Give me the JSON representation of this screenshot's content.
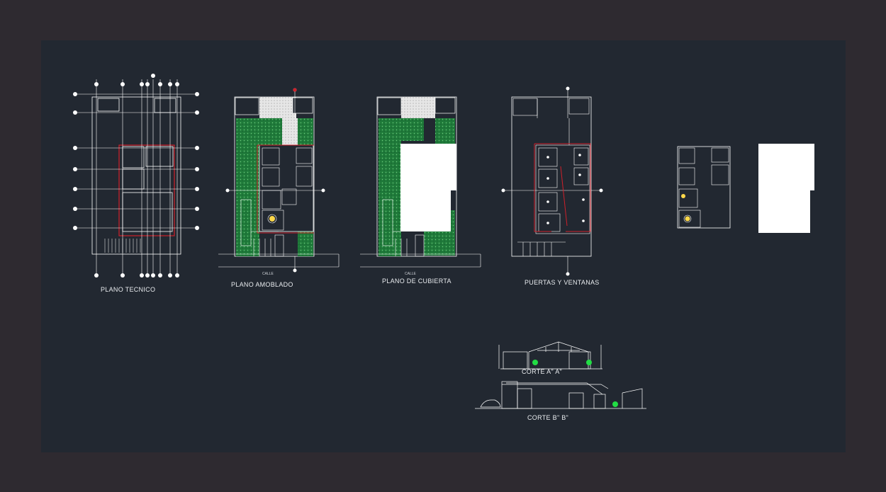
{
  "labels": {
    "plano_tecnico": "PLANO TECNICO",
    "plano_amoblado": "PLANO AMOBLADO",
    "plano_cubierta": "PLANO DE CUBIERTA",
    "puertas_ventanas": "PUERTAS Y VENTANAS",
    "corte_a": "CORTE A\" A\"",
    "corte_b": "CORTE B\" B\"",
    "calle_1": "CALLE",
    "calle_2": "CALLE"
  },
  "colors": {
    "window_frame": "#2e2a30",
    "canvas": "#222831",
    "lines": "#ffffff",
    "garden": "#1f7a3a",
    "walls_red": "#d0202a",
    "tree_green": "#22dd44"
  }
}
